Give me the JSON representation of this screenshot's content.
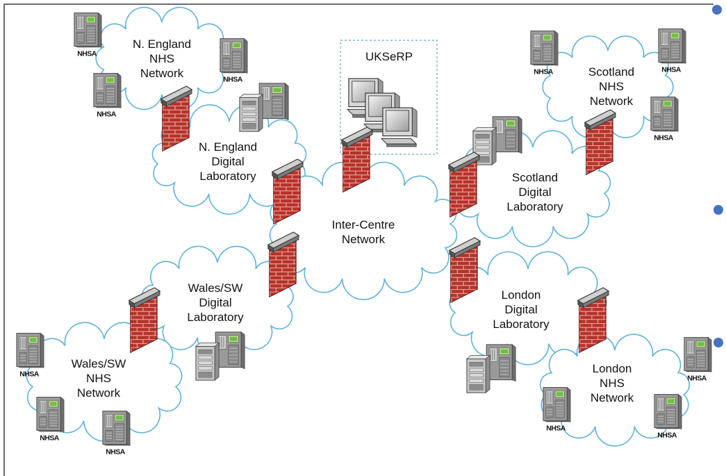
{
  "colors": {
    "cloud_stroke": "#5fb3d9",
    "brick": "#b5322a",
    "mortar": "#e9a39a",
    "server_body": "#9a9a9a",
    "bullet": "#4472c4"
  },
  "icons": {
    "nhs_server": "tower-server-icon",
    "lab_server": "server-pair-icon",
    "firewall": "firewall-brick-wall-icon",
    "workstation": "desktop-computer-icon"
  },
  "server_caption": "NHSA",
  "labels": {
    "ne_nhs": "N. England\nNHS\nNetwork",
    "ne_lab": "N. England\nDigital\nLaboratory",
    "uk": "UKSeRP",
    "inter": "Inter-Centre\nNetwork",
    "sc_nhs": "Scotland\nNHS\nNetwork",
    "sc_lab": "Scotland\nDigital\nLaboratory",
    "wa_lab": "Wales/SW\nDigital\nLaboratory",
    "wa_nhs": "Wales/SW\nNHS\nNetwork",
    "lo_lab": "London\nDigital\nLaboratory",
    "lo_nhs": "London\nNHS\nNetwork"
  }
}
